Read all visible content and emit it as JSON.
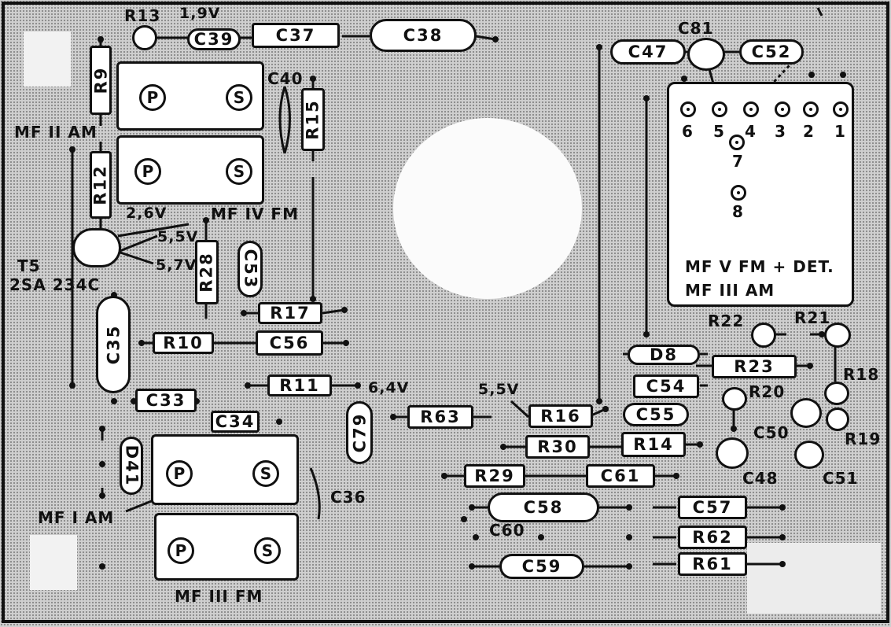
{
  "labels": {
    "r13": "R13",
    "v19": "1,9V",
    "c39": "C39",
    "c37": "C37",
    "c38": "C38",
    "c47": "C47",
    "c81": "C81",
    "c52": "C52",
    "r9": "R9",
    "c40": "C40",
    "r15": "R15",
    "mf2am": "MF II AM",
    "r12": "R12",
    "v26": "2,6V",
    "mf4fm": "MF IV FM",
    "v55a": "5,5V",
    "v57": "5,7V",
    "t5": "T5",
    "t5type": "2SA 234C",
    "r28": "R28",
    "c53": "C53",
    "r17": "R17",
    "c35": "C35",
    "r10": "R10",
    "c56": "C56",
    "r11": "R11",
    "v64": "6,4V",
    "v55b": "5,5V",
    "c33": "C33",
    "c34": "C34",
    "c79": "C79",
    "r63": "R63",
    "r16": "R16",
    "d41": "D41",
    "c36": "C36",
    "mf1am": "MF I AM",
    "mf3fm": "MF III FM",
    "r30": "R30",
    "r29": "R29",
    "c61": "C61",
    "c58": "C58",
    "c60": "C60",
    "c59": "C59",
    "d8": "D8",
    "c54": "C54",
    "c55": "C55",
    "r14": "R14",
    "c57": "C57",
    "r62": "R62",
    "r61": "R61",
    "r22": "R22",
    "r21": "R21",
    "r23": "R23",
    "r18": "R18",
    "r20": "R20",
    "r19": "R19",
    "c50": "C50",
    "c48": "C48",
    "c51": "C51",
    "mf5fm": "MF V FM + DET.",
    "mf3am": "MF III AM",
    "pin1": "1",
    "pin2": "2",
    "pin3": "3",
    "pin4": "4",
    "pin5": "5",
    "pin6": "6",
    "pin7": "7",
    "pin8": "8",
    "p": "P",
    "s": "S"
  }
}
